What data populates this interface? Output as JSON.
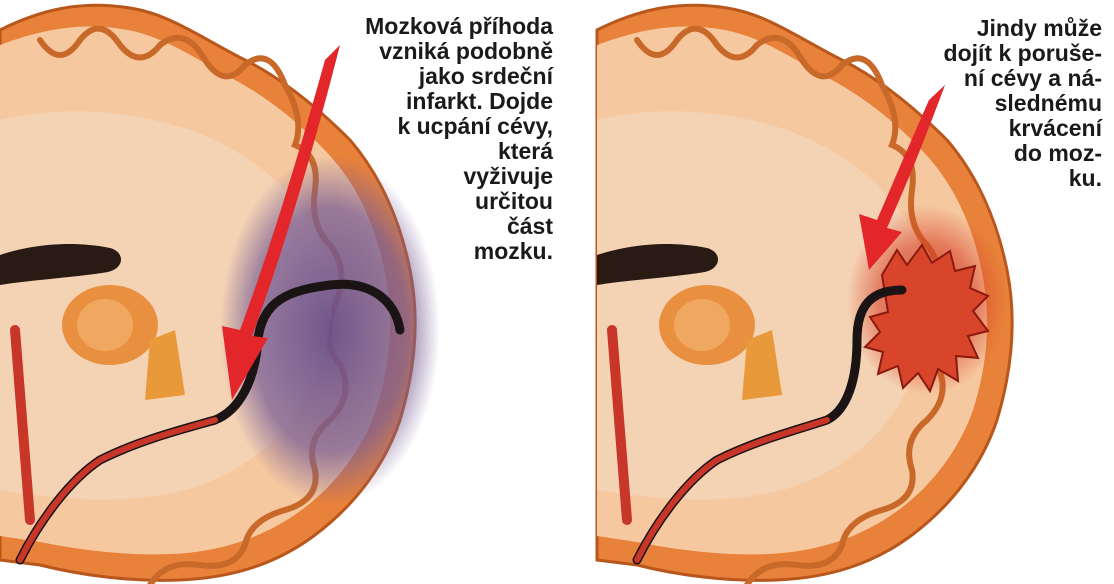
{
  "panels": [
    {
      "id": "ischemic-stroke",
      "caption_lines": [
        "Mozková příhoda",
        "vzniká podobně",
        "jako srdeční",
        "infarkt. Dojde",
        "k ucpání cévy,",
        "která",
        "vyživuje",
        "určitou",
        "část",
        "mozku."
      ]
    },
    {
      "id": "hemorrhagic-stroke",
      "caption_lines": [
        "Jindy může",
        "dojít k poruše-",
        "ní cévy a ná-",
        "slednému",
        "krvácení",
        "do moz-",
        "ku."
      ]
    }
  ],
  "colors": {
    "brain_outer": "#e8813a",
    "brain_inner": "#f6c8a0",
    "white_matter": "#f4d2b4",
    "ischemic_area": "#7a5f95",
    "arrow": "#e3262a",
    "hemorrhage": "#d8452a",
    "vessel": "#1a1414"
  }
}
